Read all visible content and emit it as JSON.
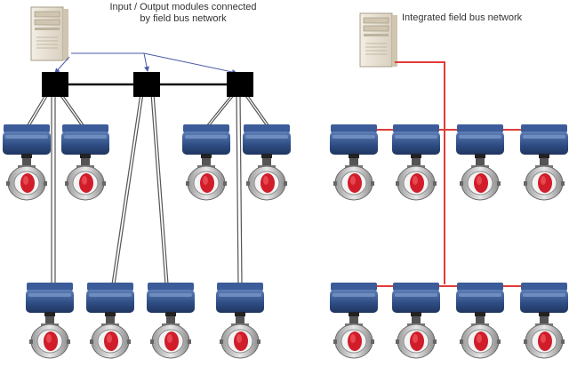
{
  "left_panel": {
    "caption_line1": "Input / Output modules connected",
    "caption_line2": "by field bus network"
  },
  "right_panel": {
    "caption": "Integrated field bus network"
  },
  "colors": {
    "bus_red": "#e23b3b",
    "wire_black": "#111111",
    "wire_blue": "#4a5aa8",
    "actuator_blue": "#2f4f86",
    "valve_red": "#d11d2a",
    "valve_body": "#c9c9c9",
    "computer_beige": "#ece5d8"
  },
  "icons": {
    "computer": "computer-tower-icon",
    "io_module": "io-module-icon",
    "valve": "butterfly-valve-actuator-icon"
  }
}
